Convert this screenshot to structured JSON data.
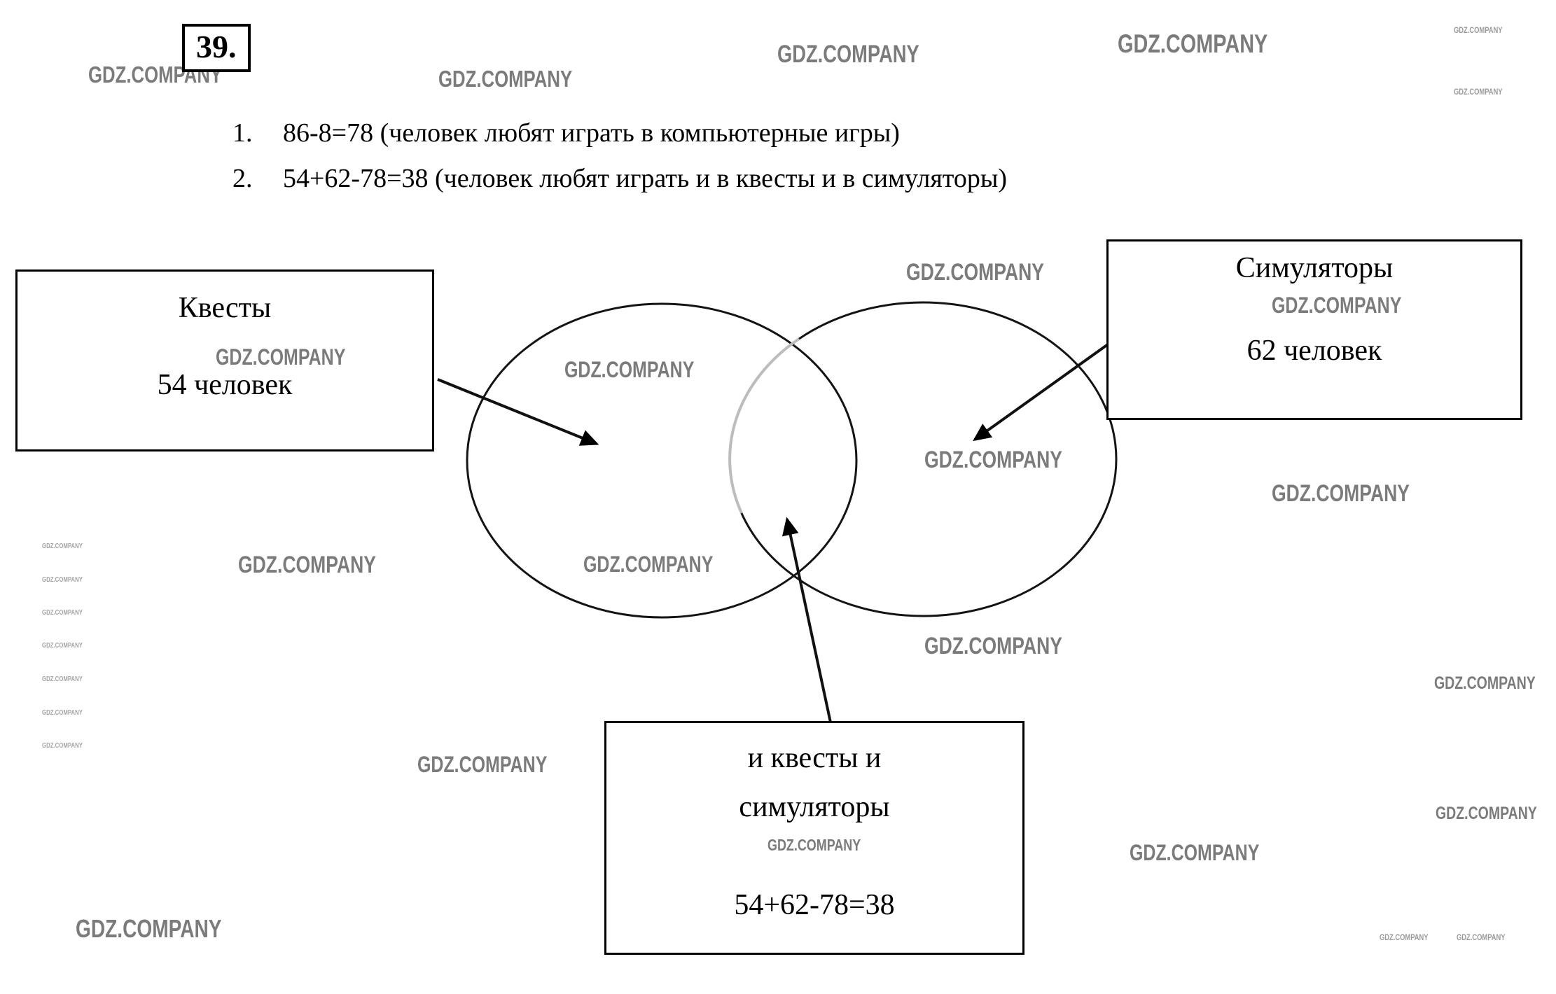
{
  "page": {
    "problem_number": "39.",
    "watermark": "GDZ.COMPANY",
    "background": "#ffffff"
  },
  "solution": {
    "lines": [
      {
        "num": "1.",
        "text": "86-8=78 (человек любят играть в компьютерные игры)"
      },
      {
        "num": "2.",
        "text": "54+62-78=38 (человек любят играть и в квесты и в симуляторы)"
      }
    ]
  },
  "diagram": {
    "type": "venn",
    "left_box": {
      "title": "Квесты",
      "value": "54 человек"
    },
    "right_box": {
      "title": "Симуляторы",
      "value": "62 человек"
    },
    "intersection_box": {
      "line1": "и квесты и",
      "line2": "симуляторы",
      "formula": "54+62-78=38"
    },
    "colors": {
      "outline": "#000000",
      "watermark_gray": "#7b7b7b"
    }
  }
}
